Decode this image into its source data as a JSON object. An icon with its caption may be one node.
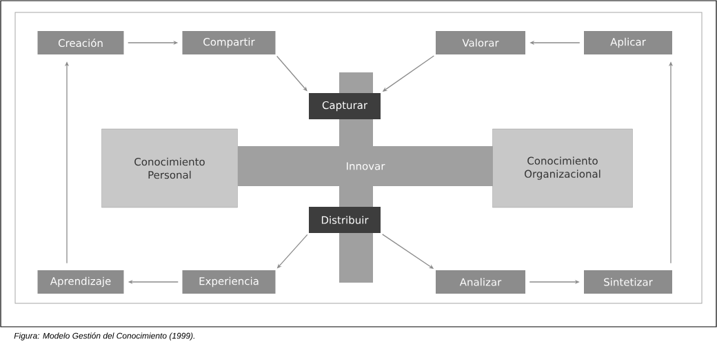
{
  "diagram": {
    "caption": "Figura: Modelo Gestión del Conocimiento (1999).",
    "nodes": [
      {
        "text": [
          "Creación"
        ]
      },
      {
        "text": [
          "Compartir"
        ]
      },
      {
        "text": [
          "Valorar"
        ]
      },
      {
        "text": [
          "Aplicar"
        ]
      },
      {
        "text": [
          "Capturar"
        ],
        "in": 6
      },
      {
        "text": [
          "Conocimiento Personal"
        ]
      },
      {
        "text": [
          "Innovar"
        ]
      },
      {
        "text": [
          "Conocimiento Organizacional"
        ]
      },
      {
        "text": [
          "Distribuir"
        ],
        "in": 6
      },
      {
        "text": [
          "Aprendizaje"
        ]
      },
      {
        "text": [
          "Experiencia"
        ]
      },
      {
        "text": [
          "Analizar"
        ]
      },
      {
        "text": [
          "Sintetizar"
        ]
      }
    ],
    "edges": [
      {
        "from": 0,
        "to": 1,
        "arrow": "to"
      },
      {
        "from": 1,
        "to": 4,
        "arrow": "to"
      },
      {
        "from": 3,
        "to": 2,
        "arrow": "to"
      },
      {
        "from": 2,
        "to": 4,
        "arrow": "to"
      },
      {
        "from": 8,
        "to": 10,
        "arrow": "to"
      },
      {
        "from": 8,
        "to": 11,
        "arrow": "to"
      },
      {
        "from": 10,
        "to": 9,
        "arrow": "to"
      },
      {
        "from": 9,
        "to": 0,
        "arrow": "to"
      },
      {
        "from": 11,
        "to": 12,
        "arrow": "to"
      },
      {
        "from": 12,
        "to": 3,
        "arrow": "to"
      }
    ]
  }
}
